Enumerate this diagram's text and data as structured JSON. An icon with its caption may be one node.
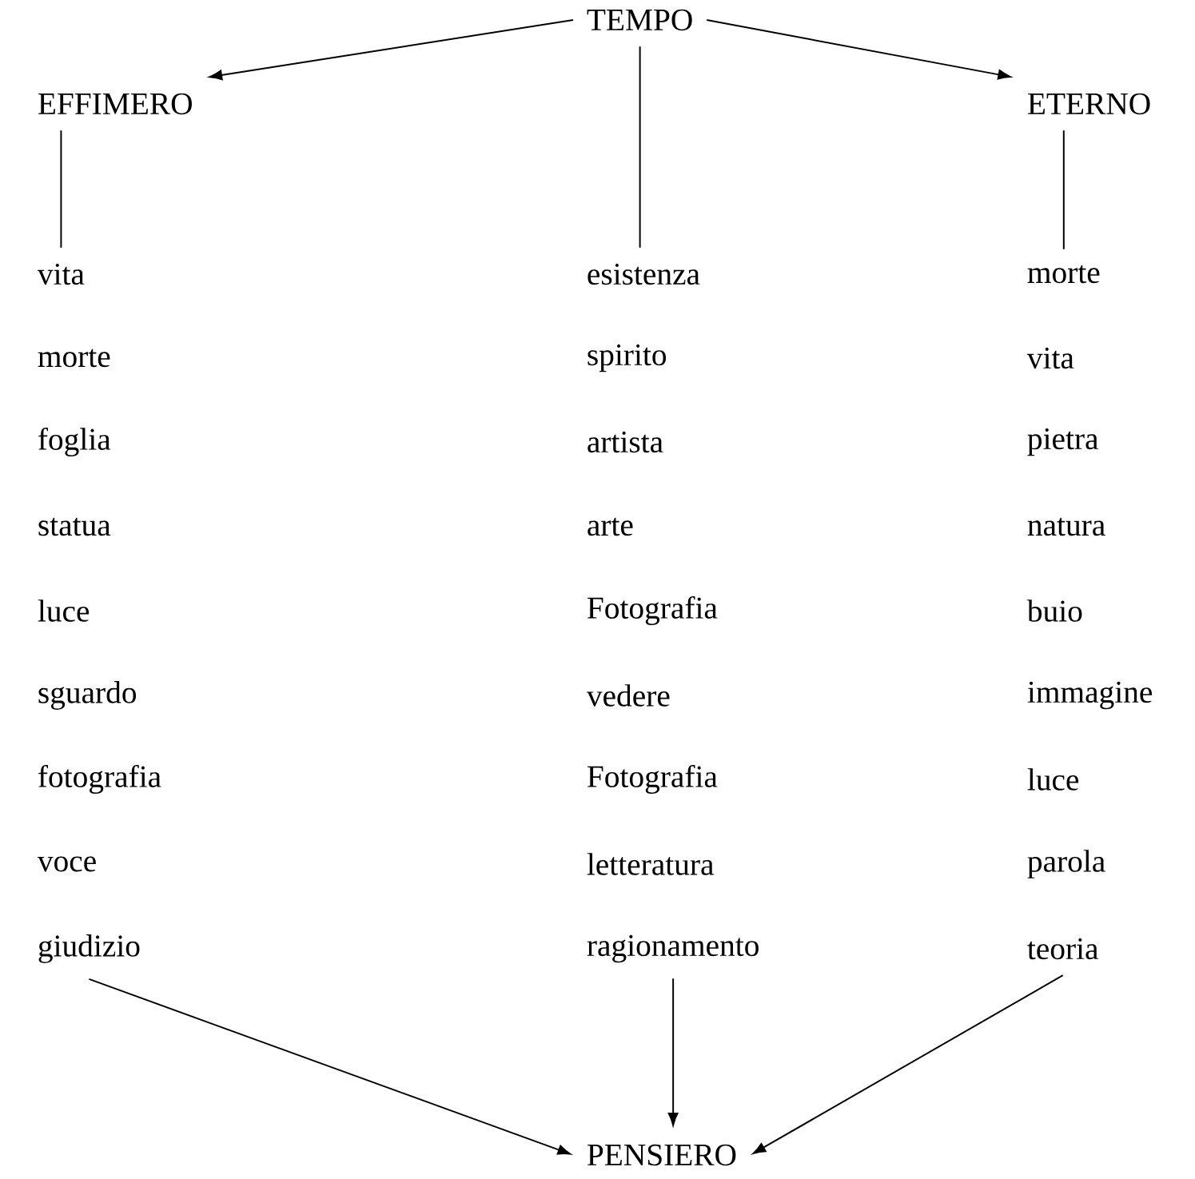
{
  "diagram": {
    "nodes": [
      {
        "text": [
          "TEMPO"
        ]
      },
      {
        "text": [
          "EFFIMERO"
        ]
      },
      {
        "text": [
          "ETERNO"
        ]
      },
      {
        "text": [
          "vita"
        ]
      },
      {
        "text": [
          "esistenza"
        ]
      },
      {
        "text": [
          "morte"
        ]
      },
      {
        "text": [
          "morte"
        ]
      },
      {
        "text": [
          "spirito"
        ]
      },
      {
        "text": [
          "vita"
        ]
      },
      {
        "text": [
          "foglia"
        ]
      },
      {
        "text": [
          "artista"
        ]
      },
      {
        "text": [
          "pietra"
        ]
      },
      {
        "text": [
          "statua"
        ]
      },
      {
        "text": [
          "arte"
        ]
      },
      {
        "text": [
          "natura"
        ]
      },
      {
        "text": [
          "luce"
        ]
      },
      {
        "text": [
          "Fotografia"
        ]
      },
      {
        "text": [
          "buio"
        ]
      },
      {
        "text": [
          "sguardo"
        ]
      },
      {
        "text": [
          "vedere"
        ]
      },
      {
        "text": [
          "immagine"
        ]
      },
      {
        "text": [
          "fotografia"
        ]
      },
      {
        "text": [
          "Fotografia"
        ]
      },
      {
        "text": [
          "luce"
        ]
      },
      {
        "text": [
          "voce"
        ]
      },
      {
        "text": [
          "letteratura"
        ]
      },
      {
        "text": [
          "parola"
        ]
      },
      {
        "text": [
          "giudizio"
        ]
      },
      {
        "text": [
          "ragionamento"
        ]
      },
      {
        "text": [
          "teoria"
        ]
      },
      {
        "text": [
          "PENSIERO"
        ]
      }
    ],
    "edges": [
      {
        "from": 0,
        "to": 1,
        "arrow": "to"
      },
      {
        "from": 0,
        "to": 2,
        "arrow": "to"
      },
      {
        "from": 0,
        "to": 4,
        "arrow": "none"
      },
      {
        "from": 1,
        "to": 3,
        "arrow": "none"
      },
      {
        "from": 2,
        "to": 5,
        "arrow": "none"
      },
      {
        "from": 27,
        "to": 30,
        "arrow": "to"
      },
      {
        "from": 28,
        "to": 30,
        "arrow": "to"
      },
      {
        "from": 29,
        "to": 30,
        "arrow": "to"
      }
    ]
  }
}
